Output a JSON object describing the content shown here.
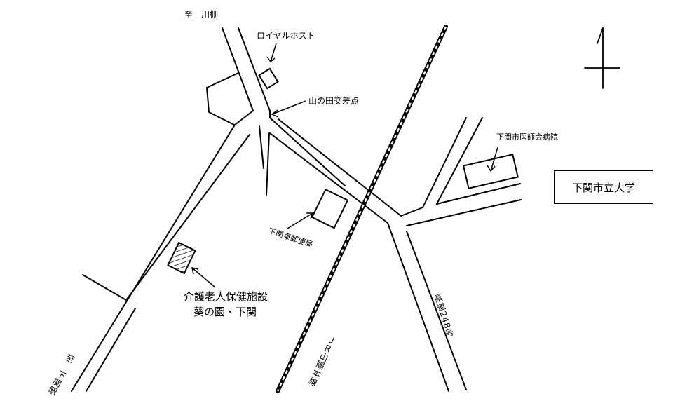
{
  "map": {
    "labels": {
      "to_kawatana": "至　川棚",
      "royal_host": "ロイヤルホスト",
      "yamanota_intersection": "山の田交差点",
      "medical_hospital": "下関市医師会病院",
      "university": "下関市立大学",
      "post_office": "下関東郵便局",
      "facility_line1": "介護老人保健施設",
      "facility_line2": "葵の園・下関",
      "prefectural_road": "県道248号",
      "jr_line": "ＪＲ山陽本線",
      "to_station": "至　下関駅"
    },
    "icons": {
      "north": "north-arrow-icon"
    },
    "colors": {
      "ink": "#000000",
      "paper": "#ffffff"
    }
  }
}
